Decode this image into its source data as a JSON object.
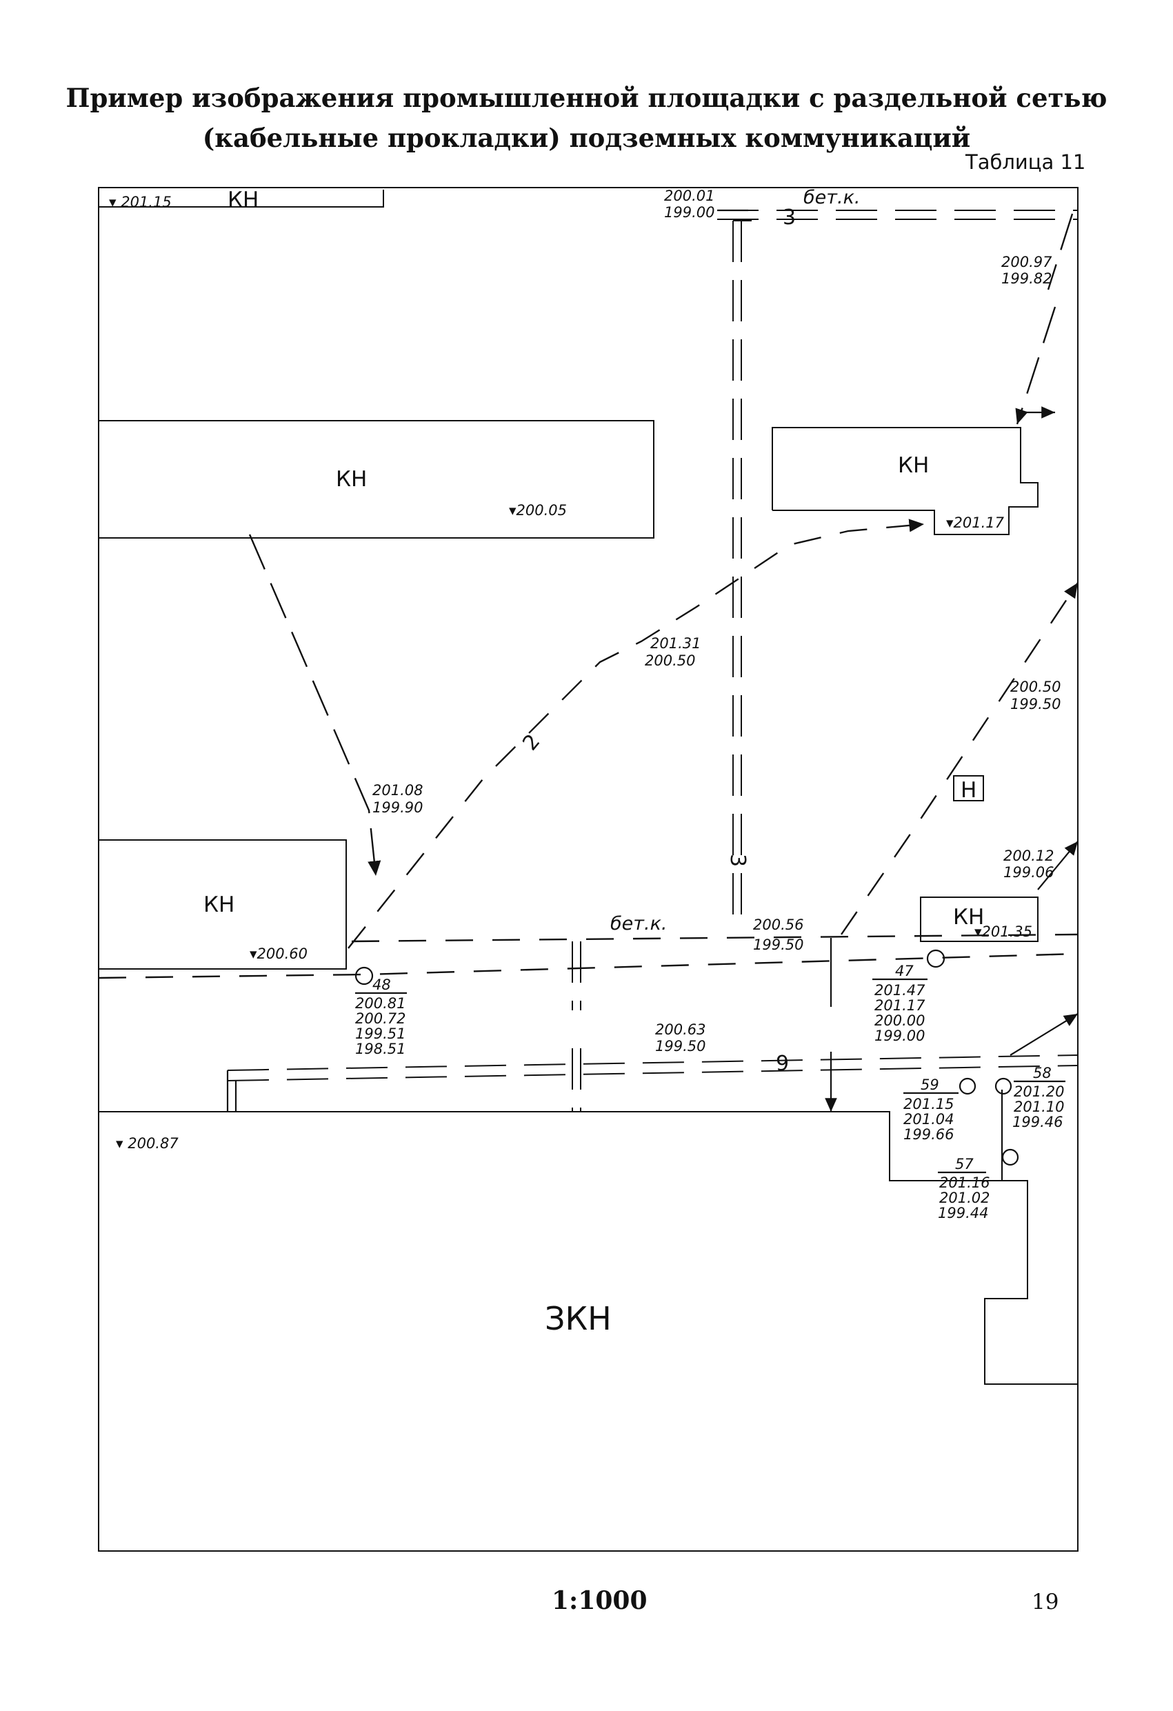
{
  "title_line1": "Пример изображения промышленной площадки с раздельной сетью",
  "title_line2": "(кабельные прокладки) подземных коммуникаций",
  "table_label": "Таблица 11",
  "scale": "1:1000",
  "page_number": "19",
  "zones": {
    "kn1": "КН",
    "kn2": "КН",
    "kn3": "КН",
    "kn4": "КН",
    "kn5": "КН",
    "n1": "Н",
    "zkn": "ЗКН"
  },
  "elevations": {
    "e1": "201.15",
    "e2": "200.05",
    "e3": "201.17",
    "e4": "200.60",
    "e5": "201.35",
    "e6": "200.87"
  },
  "points": {
    "p1a": "200.01",
    "p1b": "199.00",
    "p2a": "200.97",
    "p2b": "199.82",
    "p3a": "201.31",
    "p3b": "200.50",
    "p4a": "200.50",
    "p4b": "199.50",
    "p5a": "201.08",
    "p5b": "199.90",
    "p6a": "200.12",
    "p6b": "199.06",
    "p7a": "200.56",
    "p7b": "199.50",
    "p8a": "200.63",
    "p8b": "199.50"
  },
  "wells": {
    "w48": {
      "num": "48",
      "v1": "200.81",
      "v2": "200.72",
      "v3": "199.51",
      "v4": "198.51"
    },
    "w47": {
      "num": "47",
      "v1": "201.47",
      "v2": "201.17",
      "v3": "200.00",
      "v4": "199.00"
    },
    "w59": {
      "num": "59",
      "v1": "201.15",
      "v2": "201.04",
      "v3": "199.66"
    },
    "w58": {
      "num": "58",
      "v1": "201.20",
      "v2": "201.10",
      "v3": "199.46"
    },
    "w57": {
      "num": "57",
      "v1": "201.16",
      "v2": "201.02",
      "v3": "199.44"
    }
  },
  "channel_labels": {
    "bet1": "бет.к.",
    "bet2": "бет.к.",
    "n3a": "3",
    "n3b": "3",
    "n2": "2",
    "n9": "9"
  }
}
